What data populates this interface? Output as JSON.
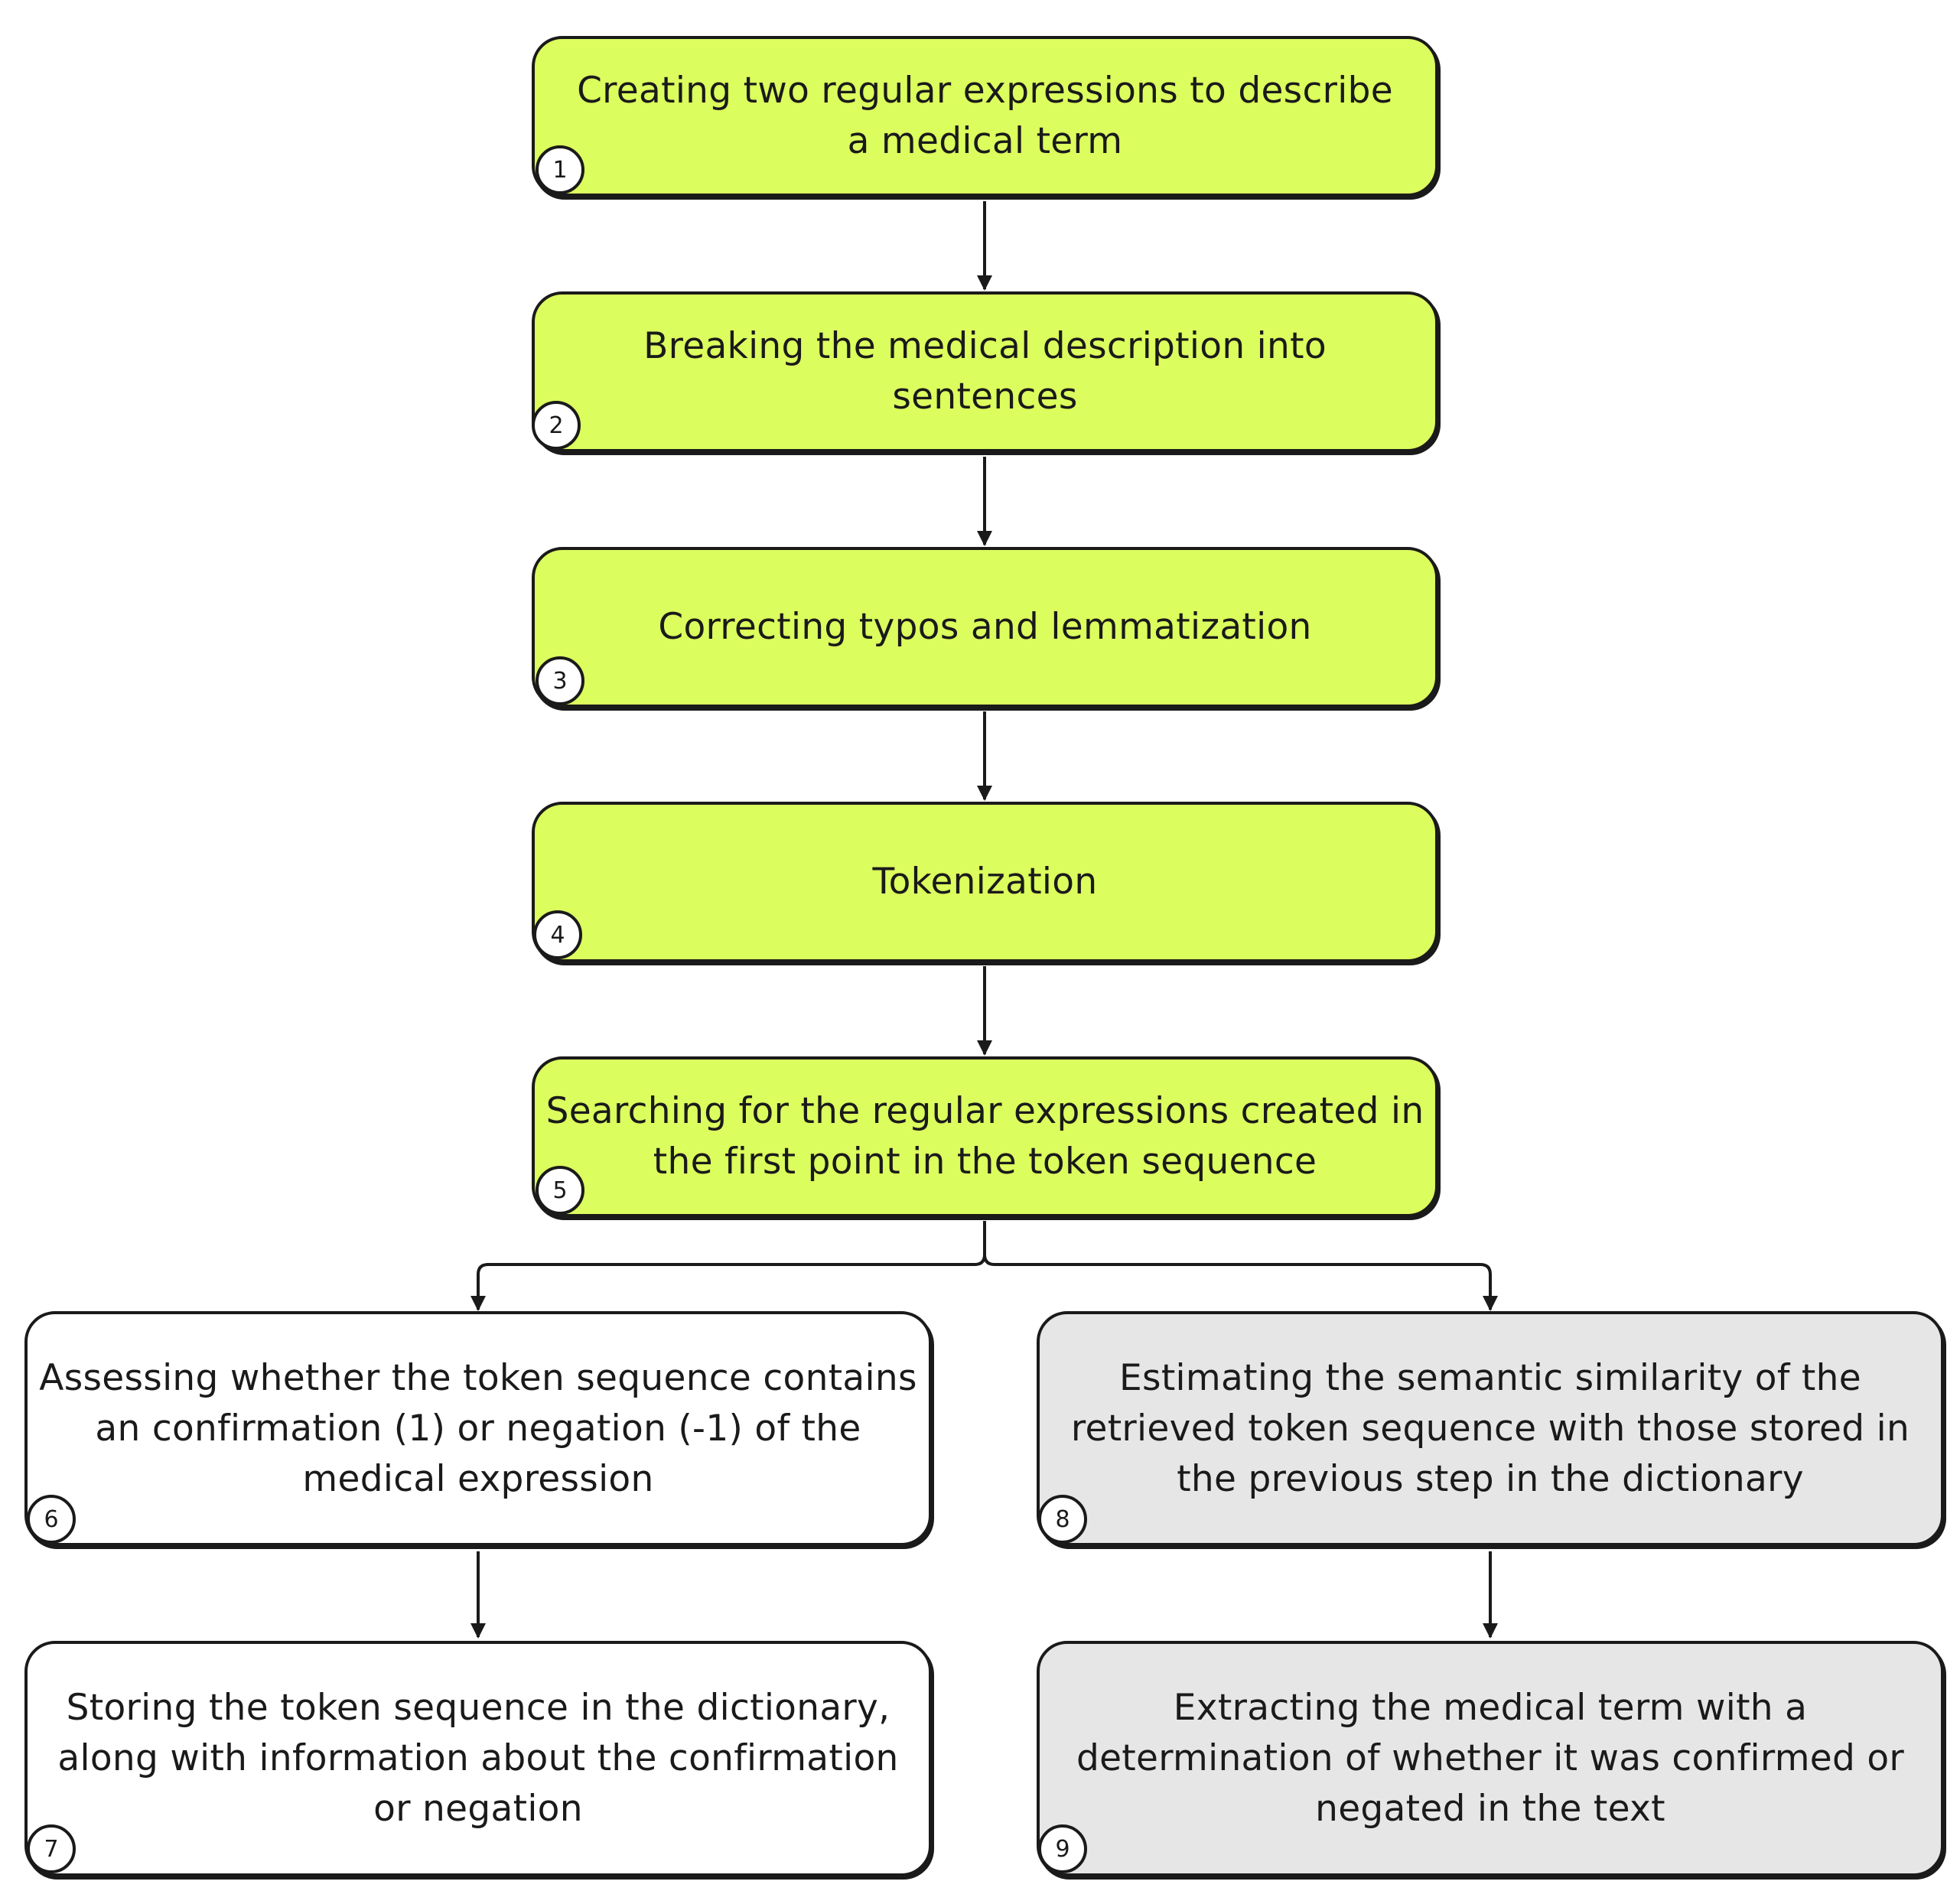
{
  "diagram": {
    "colors": {
      "main_steps": "#dcfd5e",
      "left_branch": "#ffffff",
      "right_branch": "#e6e6e6",
      "stroke": "#1a1a1a"
    },
    "steps": [
      {
        "number": "1",
        "text": "Creating two regular expressions to describe a medical term"
      },
      {
        "number": "2",
        "text": "Breaking the medical description into sentences"
      },
      {
        "number": "3",
        "text": "Correcting typos and lemmatization"
      },
      {
        "number": "4",
        "text": "Tokenization"
      },
      {
        "number": "5",
        "text": "Searching for the regular expressions created in the first point in the token sequence"
      },
      {
        "number": "6",
        "text": "Assessing whether the token sequence contains an confirmation (1) or negation (-1) of the medical expression"
      },
      {
        "number": "7",
        "text": "Storing the token sequence in the dictionary, along with information about the confirmation or negation"
      },
      {
        "number": "8",
        "text": "Estimating the semantic similarity of the retrieved token sequence with those stored in the previous step in the dictionary"
      },
      {
        "number": "9",
        "text": "Extracting the medical term with a determination of whether it was confirmed or negated in the text"
      }
    ]
  }
}
